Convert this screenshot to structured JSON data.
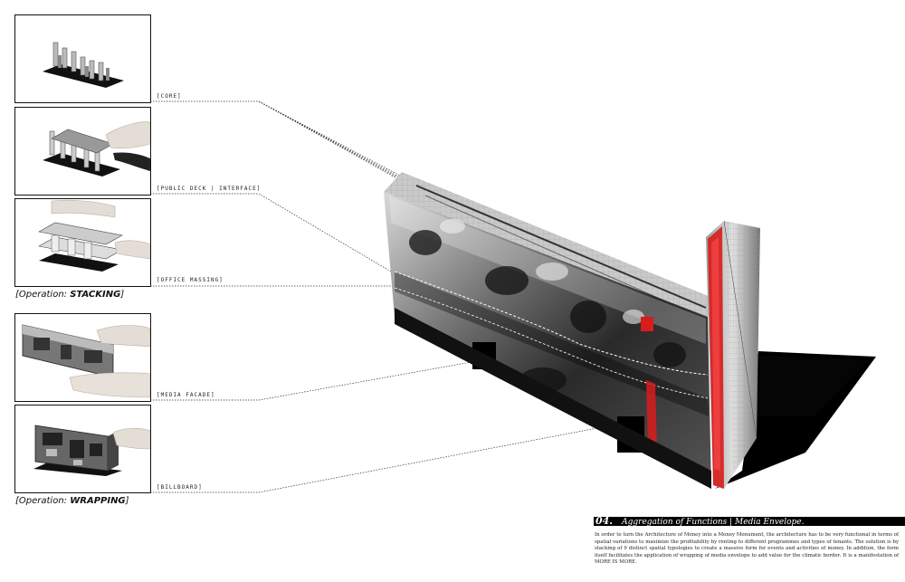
{
  "labels": {
    "core": "[CORE]",
    "public_deck": "[PUBLIC DECK | INTERFACE]",
    "office_massing": "[OFFICE MASSING]",
    "media_facade": "[MEDIA FACADE]",
    "billboard": "[BILLBOARD]"
  },
  "operations": {
    "stacking_prefix": "[Operation: ",
    "stacking_word": "STACKING",
    "wrapping_prefix": "[Operation: ",
    "wrapping_word": "WRAPPING",
    "suffix": "]"
  },
  "caption": {
    "number": "04.",
    "title": "Aggregation of Functions | Media Envelope.",
    "body": "In order to turn the Architecture of Money into a Money Monument, the architecture has to be very functional in terms of spatial variations to maximize the profitability by renting to different programmes and types of tenants. The solution is by stacking of 9 distinct spatial typologies to create a massive form for events and activities of money. In addition, the form itself facilitates the application of wrapping of media envelope to add value for the climatic border. It is a manifestation of MORE IS MORE."
  },
  "colors": {
    "accent_red": "#d81c1c",
    "ink": "#111111"
  }
}
